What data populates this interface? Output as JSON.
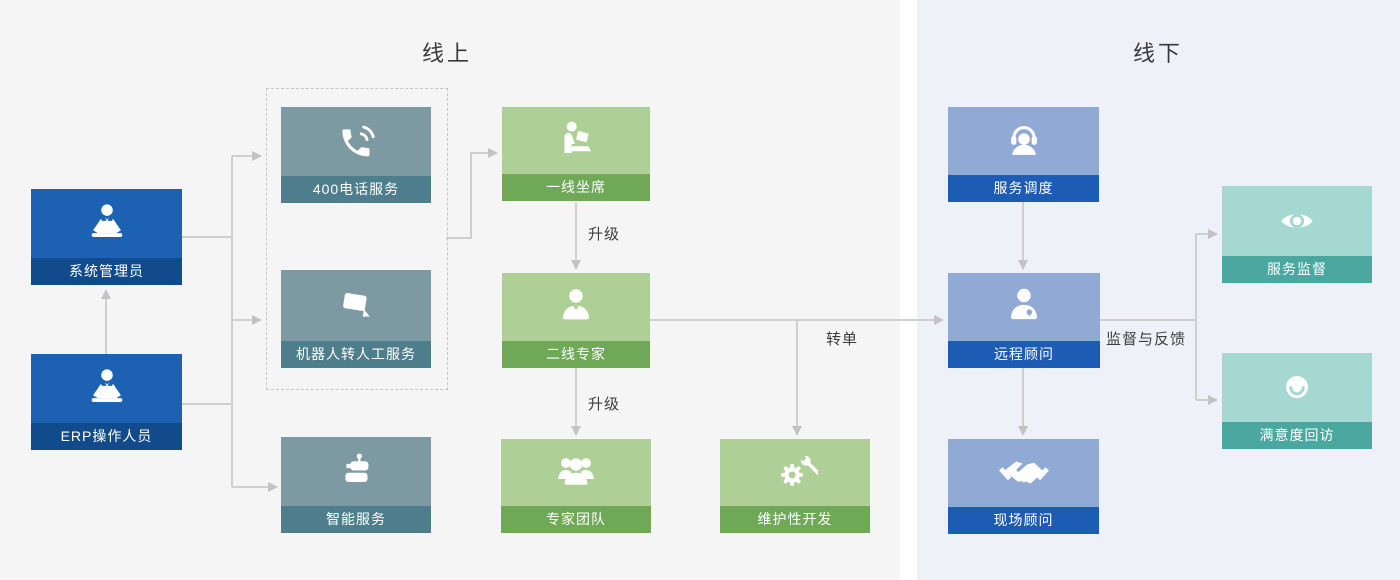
{
  "diagram": {
    "sections": [
      {
        "id": "online",
        "title": "线上"
      },
      {
        "id": "offline",
        "title": "线下"
      }
    ],
    "nodes": {
      "system_admin": {
        "label": "系统管理员",
        "icon": "operator-desk-icon"
      },
      "erp_operator": {
        "label": "ERP操作人员",
        "icon": "operator-desk-icon"
      },
      "phone_400": {
        "label": "400电话服务",
        "icon": "phone-icon"
      },
      "robot_to_human": {
        "label": "机器人转人工服务",
        "icon": "laptop-icon"
      },
      "smart_service": {
        "label": "智能服务",
        "icon": "robot-icon"
      },
      "first_line_seat": {
        "label": "一线坐席",
        "icon": "agent-laptop-icon"
      },
      "second_line_expert": {
        "label": "二线专家",
        "icon": "person-icon"
      },
      "expert_team": {
        "label": "专家团队",
        "icon": "team-icon"
      },
      "maintenance_dev": {
        "label": "维护性开发",
        "icon": "gear-wrench-icon"
      },
      "service_dispatch": {
        "label": "服务调度",
        "icon": "headset-icon"
      },
      "remote_consultant": {
        "label": "远程顾问",
        "icon": "person-heart-icon"
      },
      "onsite_consultant": {
        "label": "现场顾问",
        "icon": "handshake-icon"
      },
      "service_supervision": {
        "label": "服务监督",
        "icon": "eye-icon"
      },
      "satisfaction_followup": {
        "label": "满意度回访",
        "icon": "smiley-icon"
      }
    },
    "edge_labels": {
      "upgrade_1": "升级",
      "upgrade_2": "升级",
      "transfer": "转单",
      "feedback": "监督与反馈"
    },
    "colors": {
      "blue_body": "#1c61b2",
      "blue_strip": "#114b8c",
      "slate_body": "#7d9aa3",
      "slate_strip": "#4e7d8b",
      "green_body": "#aed096",
      "green_strip": "#6fa957",
      "lightblue_body": "#90aad5",
      "lightblue_strip": "#1d5cb4",
      "aqua_body": "#a6d8d2",
      "aqua_strip": "#4aa8a1",
      "online_bg": "#f5f5f6",
      "offline_bg": "#eef1f8",
      "connector": "#cfcfcf"
    }
  }
}
